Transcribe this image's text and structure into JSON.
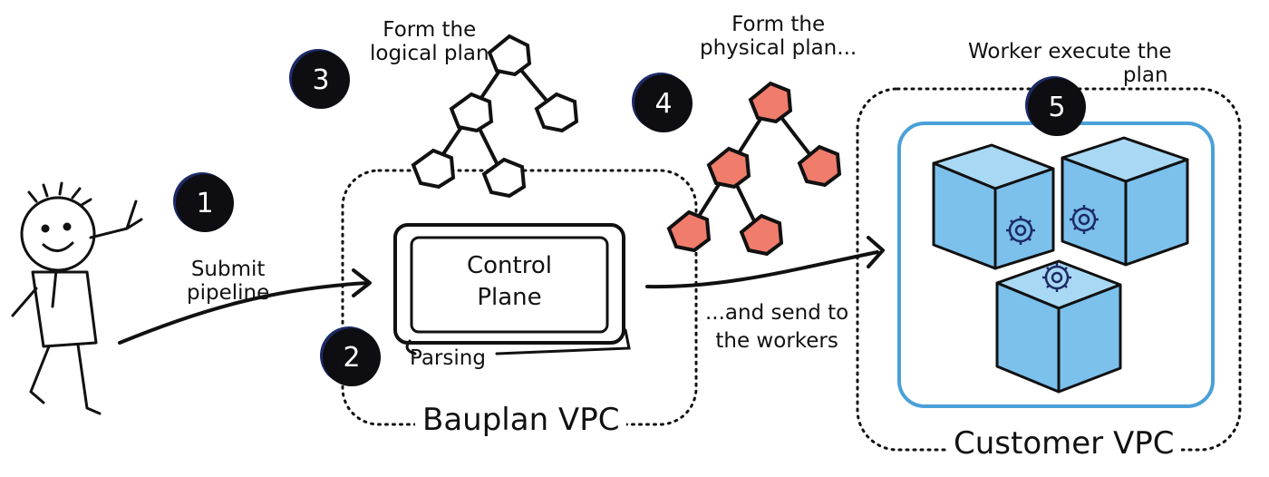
{
  "steps": [
    {
      "number": "1",
      "label_lines": [
        "Submit",
        "pipeline"
      ]
    },
    {
      "number": "2",
      "label_lines": [
        "Parsing"
      ]
    },
    {
      "number": "3",
      "label_lines": [
        "Form the",
        "logical plan"
      ]
    },
    {
      "number": "4",
      "label_lines": [
        "Form the",
        "physical plan..."
      ]
    },
    {
      "number": "5",
      "label_lines": [
        "Worker execute the",
        "plan"
      ]
    }
  ],
  "control_plane": {
    "lines": [
      "Control",
      "Plane"
    ]
  },
  "send_label": [
    "...and send to",
    "the workers"
  ],
  "regions": {
    "bauplan": "Bauplan VPC",
    "customer": "Customer VPC"
  },
  "colors": {
    "ink": "#111111",
    "badge": "#0d0d12",
    "physical_node": "#f07c6c",
    "worker_blue": "#7cc0ec",
    "worker_border": "#4aa0d8"
  },
  "icons": [
    "user-stick-figure-icon",
    "gear-icon"
  ]
}
